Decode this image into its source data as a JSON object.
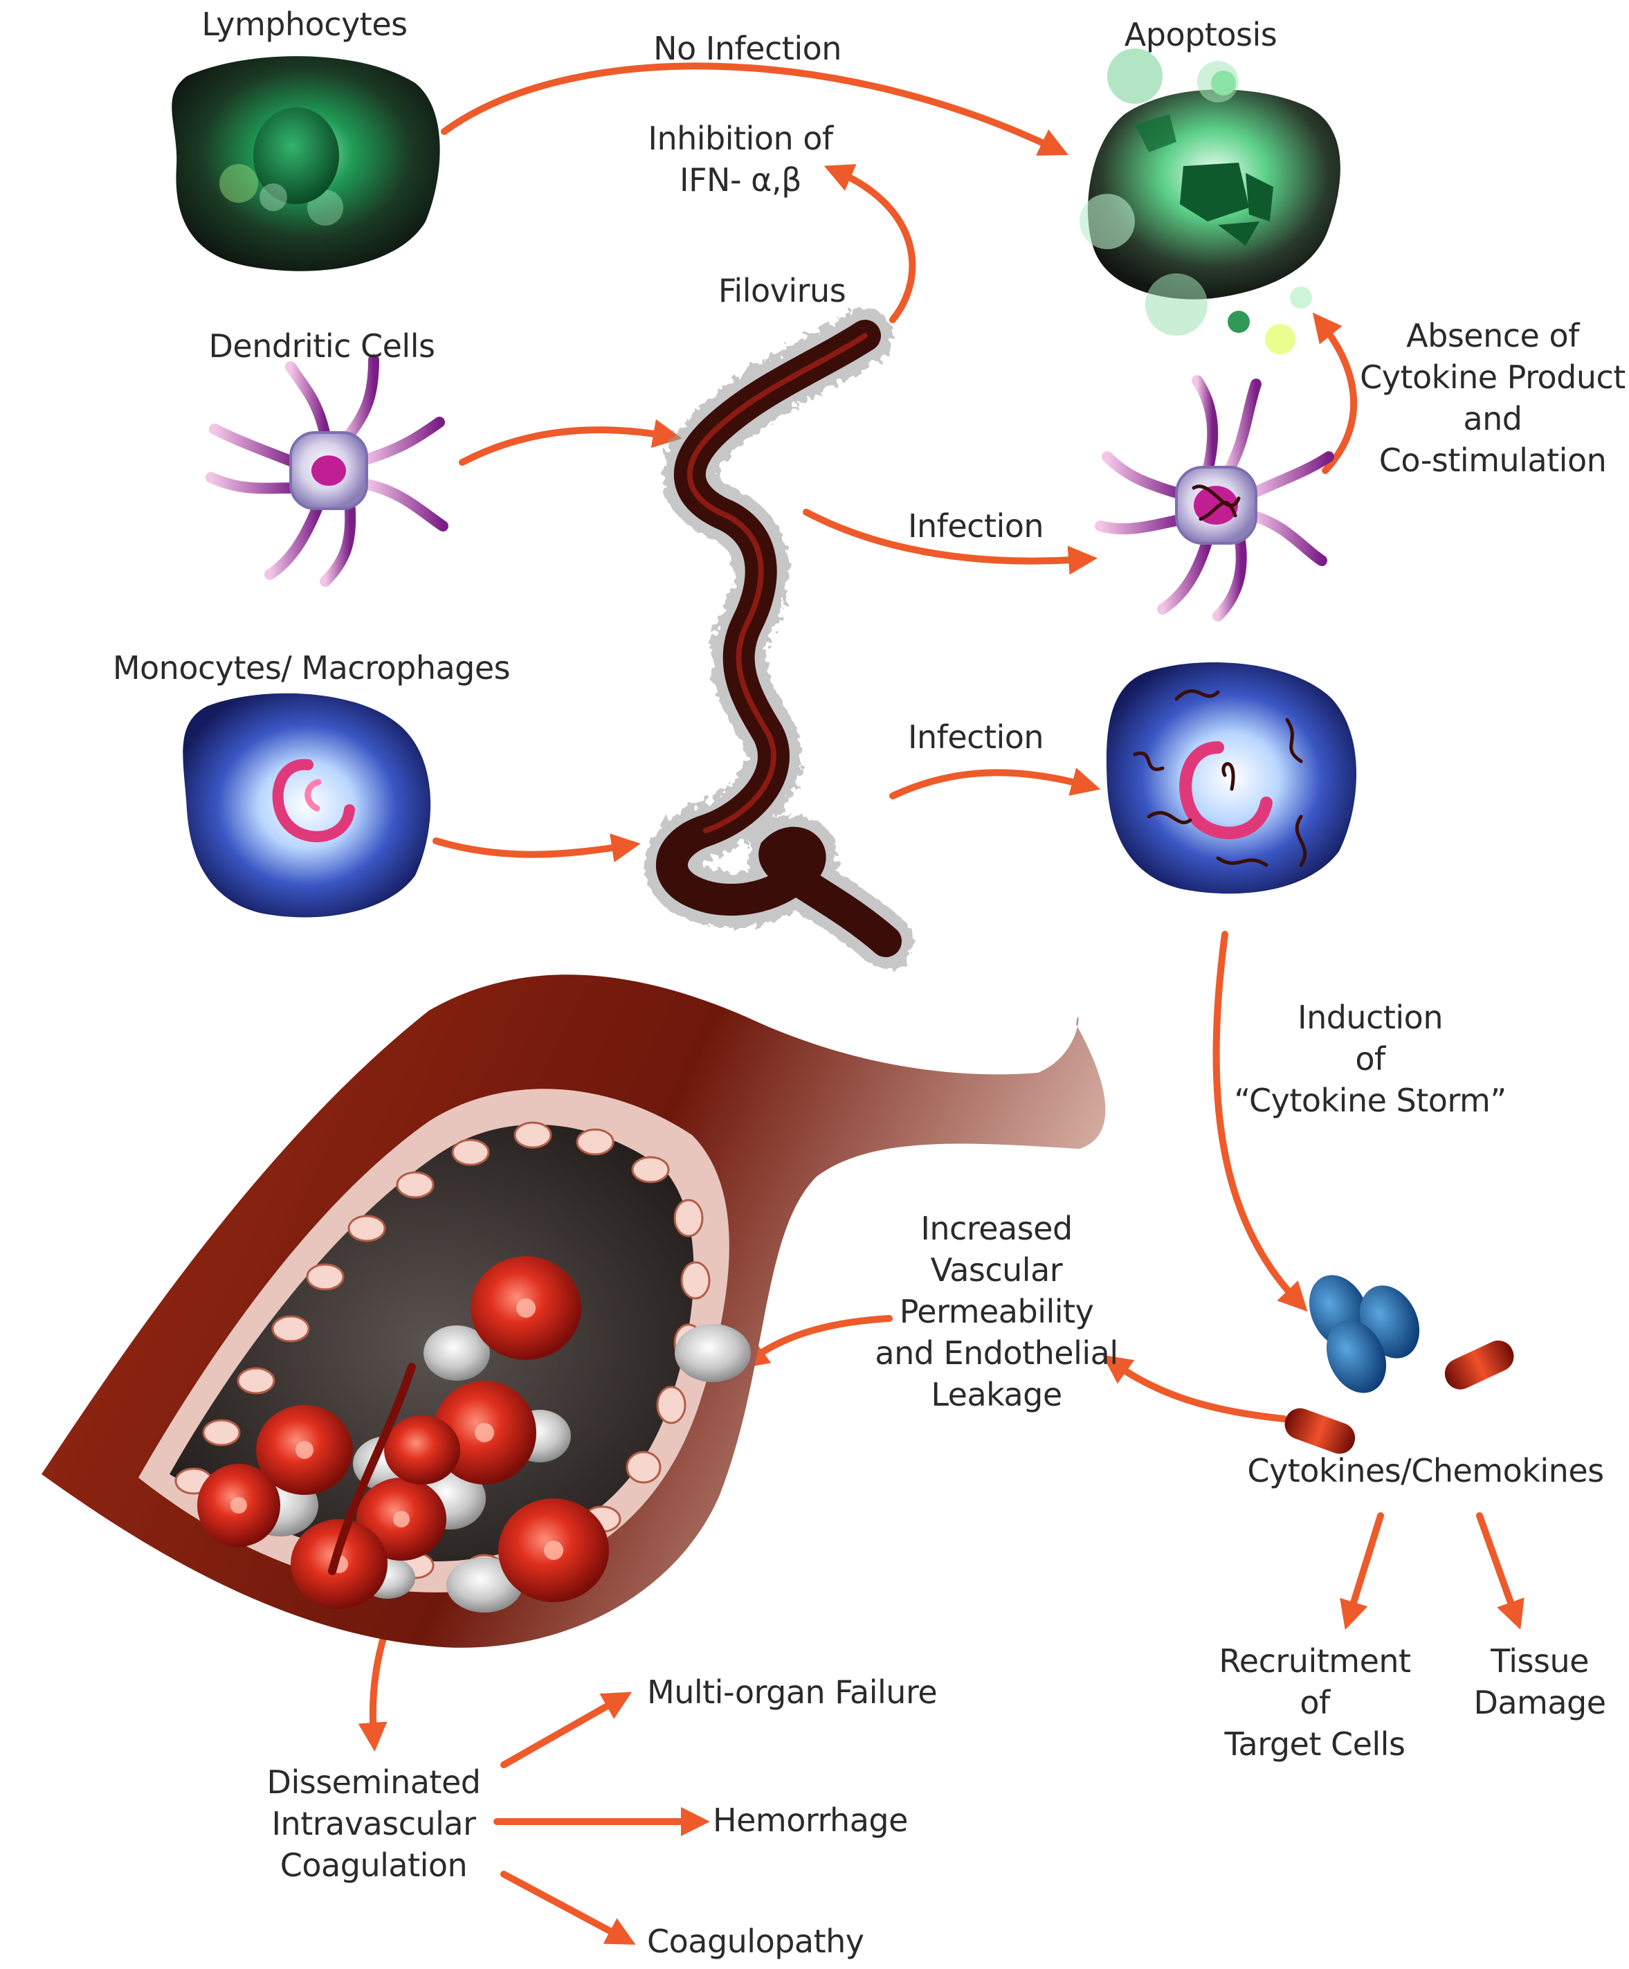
{
  "colors": {
    "arrow": "#ee5a2a",
    "text": "#2a2a2a",
    "lymphocyte": "#1f8a4a",
    "dendritic": "#9b2c8c",
    "macrophage": "#1d2f86",
    "vessel": "#7a1f10",
    "red_cell": "#c81e12",
    "platelet": "#b8b8b8",
    "virus": "#3a0d08"
  },
  "icons": {
    "lymphocyte": "lymphocyte-cell-icon",
    "dendritic": "dendritic-cell-icon",
    "macrophage": "macrophage-cell-icon",
    "filovirus": "filovirus-icon",
    "apoptosis": "apoptotic-cell-icon",
    "infected_dendritic": "infected-dendritic-cell-icon",
    "infected_macrophage": "infected-macrophage-icon",
    "cytokines": "cytokine-molecules-icon",
    "vessel": "blood-vessel-icon"
  },
  "labels": {
    "lymphocytes": "Lymphocytes",
    "no_infection": "No Infection",
    "apoptosis": "Apoptosis",
    "inhibition": [
      "Inhibition of",
      "IFN- α,β"
    ],
    "filovirus": "Filovirus",
    "dendritic_cells": "Dendritic Cells",
    "absence": [
      "Absence of",
      "Cytokine Product",
      "and",
      "Co-stimulation"
    ],
    "infection_1": "Infection",
    "monocytes": "Monocytes/ Macrophages",
    "infection_2": "Infection",
    "induction": [
      "Induction",
      "of",
      "“Cytokine Storm”"
    ],
    "vascular": [
      "Increased",
      "Vascular",
      "Permeability",
      "and Endothelial",
      "Leakage"
    ],
    "cytokines": "Cytokines/Chemokines",
    "recruitment": [
      "Recruitment",
      "of",
      "Target Cells"
    ],
    "tissue_damage": [
      "Tissue",
      "Damage"
    ],
    "multi_organ": "Multi-organ Failure",
    "dic": [
      "Disseminated",
      "Intravascular",
      "Coagulation"
    ],
    "hemorrhage": "Hemorrhage",
    "coagulopathy": "Coagulopathy"
  }
}
